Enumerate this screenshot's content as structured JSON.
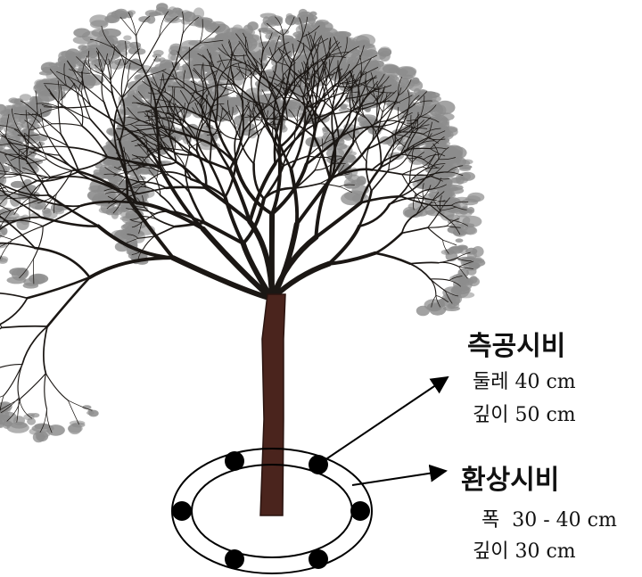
{
  "colors": {
    "trunk": "#4a241d",
    "branches": "#1b1714",
    "foliage": "#8c8c8c",
    "ring": "#000000",
    "fertilizer_dot": "#000000",
    "text": "#111111"
  },
  "side_fertilization": {
    "title": "측공시비",
    "line1": "둘레 40 cm",
    "line2": "깊이 50 cm"
  },
  "ring_fertilization": {
    "title": "환상시비",
    "line1": "폭  30 - 40 cm",
    "line2": "깊이 30 cm"
  },
  "icons": {
    "tree": "tree-illustration",
    "arrow": "arrow-icon",
    "dot": "fertilizer-hole-icon"
  }
}
